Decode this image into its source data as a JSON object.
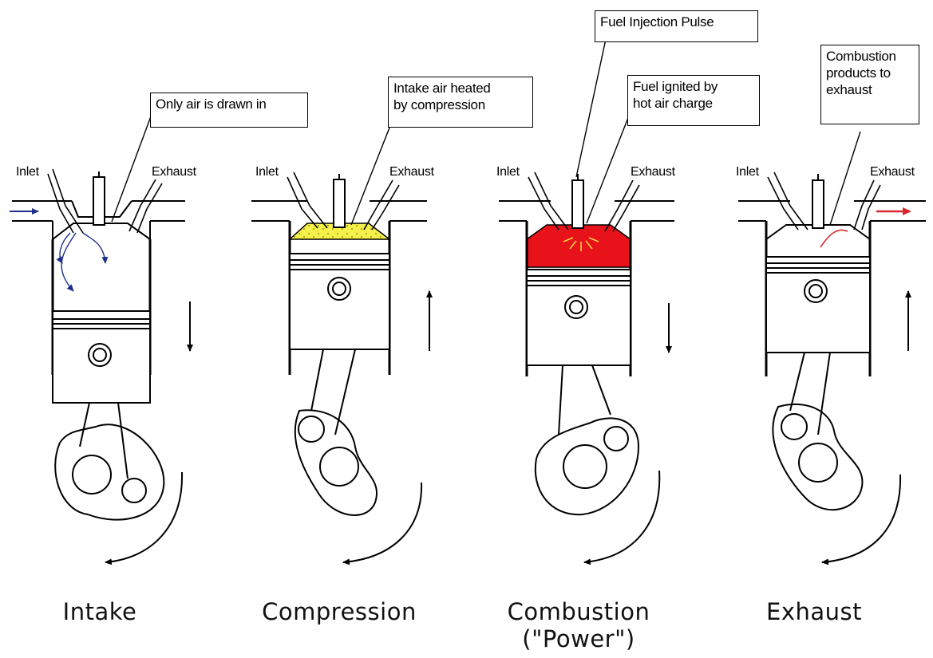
{
  "stages": [
    {
      "title": "Intake",
      "callout": "Only air is drawn in",
      "inlet_label": "Inlet",
      "exhaust_label": "Exhaust",
      "chamber_color": "#ffffff",
      "piston_direction": "down"
    },
    {
      "title": "Compression",
      "callout": "Intake air heated\nby compression",
      "inlet_label": "Inlet",
      "exhaust_label": "Exhaust",
      "chamber_color": "#f5f04a",
      "piston_direction": "up"
    },
    {
      "title": "Combustion\n(\"Power\")",
      "callout": "Fuel ignited by\nhot air charge",
      "callout_top": "Fuel Injection Pulse",
      "inlet_label": "Inlet",
      "exhaust_label": "Exhaust",
      "chamber_color": "#e8121a",
      "piston_direction": "down"
    },
    {
      "title": "Exhaust",
      "callout": "Combustion\nproducts to\nexhaust",
      "inlet_label": "Inlet",
      "exhaust_label": "Exhaust",
      "chamber_color": "#ffffff",
      "piston_direction": "up"
    }
  ],
  "colors": {
    "intake_arrow": "#1e2f8a",
    "exhaust_arrow": "#d8282a",
    "line": "#000000",
    "speckle": "#7a7a10"
  }
}
